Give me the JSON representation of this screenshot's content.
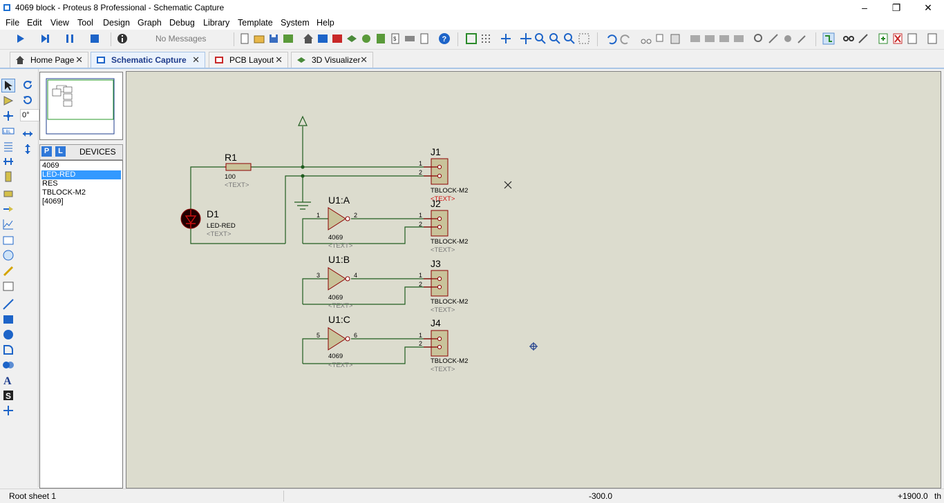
{
  "window": {
    "title": "4069 block - Proteus 8 Professional - Schematic Capture"
  },
  "menu": [
    "File",
    "Edit",
    "View",
    "Tool",
    "Design",
    "Graph",
    "Debug",
    "Library",
    "Template",
    "System",
    "Help"
  ],
  "toolbar": {
    "messages": "No Messages"
  },
  "tabs": [
    {
      "label": "Home Page",
      "icon": "home-icon"
    },
    {
      "label": "Schematic Capture",
      "icon": "isis-icon"
    },
    {
      "label": "PCB Layout",
      "icon": "ares-icon"
    },
    {
      "label": "3D Visualizer",
      "icon": "3d-icon"
    }
  ],
  "left": {
    "rotation": "0°"
  },
  "devices": {
    "header": "DEVICES",
    "p": "P",
    "l": "L",
    "items": [
      "4069",
      "LED-RED",
      "RES",
      "TBLOCK-M2",
      "[4069]"
    ],
    "selected": 1
  },
  "schematic": {
    "r1": {
      "ref": "R1",
      "value": "100",
      "text": "<TEXT>"
    },
    "d1": {
      "ref": "D1",
      "value": "LED-RED",
      "text": "<TEXT>"
    },
    "u1a": {
      "ref": "U1:A",
      "value": "4069",
      "text": "<TEXT>",
      "pin_in": "1",
      "pin_out": "2"
    },
    "u1b": {
      "ref": "U1:B",
      "value": "4069",
      "text": "<TEXT>",
      "pin_in": "3",
      "pin_out": "4"
    },
    "u1c": {
      "ref": "U1:C",
      "value": "4069",
      "text": "<TEXT>",
      "pin_in": "5",
      "pin_out": "6"
    },
    "j1": {
      "ref": "J1",
      "value": "TBLOCK-M2",
      "text": "<TEXT>",
      "pin1": "1",
      "pin2": "2"
    },
    "j2": {
      "ref": "J2",
      "value": "TBLOCK-M2",
      "text": "<TEXT>",
      "pin1": "1",
      "pin2": "2"
    },
    "j3": {
      "ref": "J3",
      "value": "TBLOCK-M2",
      "text": "<TEXT>",
      "pin1": "1",
      "pin2": "2"
    },
    "j4": {
      "ref": "J4",
      "value": "TBLOCK-M2",
      "text": "<TEXT>",
      "pin1": "1",
      "pin2": "2"
    }
  },
  "status": {
    "sheet": "Root sheet 1",
    "x": "-300.0",
    "y": "+1900.0",
    "units": "th"
  },
  "colors": {
    "canvas": "#dcdcce",
    "component": "#8b0000",
    "wire": "#006400",
    "body": "#c9c39a",
    "accent": "#1e3c8c"
  }
}
